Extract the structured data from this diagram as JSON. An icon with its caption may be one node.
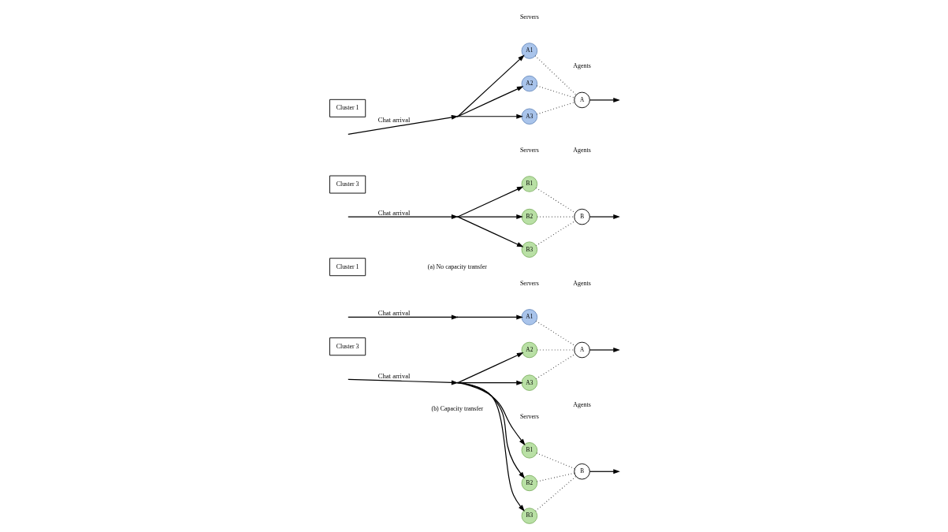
{
  "diagram": {
    "nodes": [
      {
        "text": [
          "Cluster 1"
        ]
      },
      {
        "text": [
          "A1"
        ]
      },
      {
        "text": [
          "A2"
        ]
      },
      {
        "text": [
          "A3"
        ]
      },
      {
        "text": [
          "A"
        ]
      },
      {
        "text": [],
        "shape": "point"
      },
      {
        "text": [
          "Cluster 3"
        ]
      },
      {
        "text": [
          "B1"
        ]
      },
      {
        "text": [
          "B2"
        ]
      },
      {
        "text": [
          "B3"
        ]
      },
      {
        "text": [
          "B"
        ]
      },
      {
        "text": [],
        "shape": "point"
      },
      {
        "text": [
          "Cluster 1"
        ]
      },
      {
        "text": [],
        "shape": "point"
      },
      {
        "text": [
          "A1"
        ]
      },
      {
        "text": [
          "A2"
        ]
      },
      {
        "text": [
          "A3"
        ]
      },
      {
        "text": [
          "A"
        ]
      },
      {
        "text": [
          "Cluster 3"
        ]
      },
      {
        "text": [],
        "shape": "point"
      },
      {
        "text": [
          "B1"
        ]
      },
      {
        "text": [
          "B2"
        ]
      },
      {
        "text": [
          "B3"
        ]
      },
      {
        "text": [
          "B"
        ]
      }
    ],
    "edges": [
      {
        "from": null,
        "to": 5,
        "arrow": "to",
        "label": "Chat arrival"
      },
      {
        "from": 5,
        "to": 1,
        "arrow": "to"
      },
      {
        "from": 5,
        "to": 2,
        "arrow": "to"
      },
      {
        "from": 5,
        "to": 3,
        "arrow": "to"
      },
      {
        "from": 1,
        "to": 4,
        "arrow": "none",
        "style": "dashed"
      },
      {
        "from": 2,
        "to": 4,
        "arrow": "none",
        "style": "dashed"
      },
      {
        "from": 3,
        "to": 4,
        "arrow": "none",
        "style": "dashed"
      },
      {
        "from": 4,
        "to": null,
        "arrow": "to"
      },
      {
        "from": null,
        "to": 11,
        "arrow": "to",
        "label": "Chat arrival"
      },
      {
        "from": 11,
        "to": 7,
        "arrow": "to"
      },
      {
        "from": 11,
        "to": 8,
        "arrow": "to"
      },
      {
        "from": 11,
        "to": 9,
        "arrow": "to"
      },
      {
        "from": 7,
        "to": 10,
        "arrow": "none",
        "style": "dashed"
      },
      {
        "from": 8,
        "to": 10,
        "arrow": "none",
        "style": "dashed"
      },
      {
        "from": 9,
        "to": 10,
        "arrow": "none",
        "style": "dashed"
      },
      {
        "from": 10,
        "to": null,
        "arrow": "to"
      },
      {
        "from": null,
        "to": 13,
        "arrow": "to",
        "label": "Chat arrival"
      },
      {
        "from": 13,
        "to": 14,
        "arrow": "to"
      },
      {
        "from": 14,
        "to": 17,
        "arrow": "none",
        "style": "dashed"
      },
      {
        "from": 15,
        "to": 17,
        "arrow": "none",
        "style": "dashed"
      },
      {
        "from": 16,
        "to": 17,
        "arrow": "none",
        "style": "dashed"
      },
      {
        "from": 17,
        "to": null,
        "arrow": "to"
      },
      {
        "from": null,
        "to": 19,
        "arrow": "to",
        "label": "Chat arrival"
      },
      {
        "from": 19,
        "to": 15,
        "arrow": "to"
      },
      {
        "from": 19,
        "to": 16,
        "arrow": "to"
      },
      {
        "from": 19,
        "to": 20,
        "arrow": "to"
      },
      {
        "from": 19,
        "to": 21,
        "arrow": "to"
      },
      {
        "from": 19,
        "to": 22,
        "arrow": "to"
      },
      {
        "from": 20,
        "to": 23,
        "arrow": "none",
        "style": "dashed"
      },
      {
        "from": 21,
        "to": 23,
        "arrow": "none",
        "style": "dashed"
      },
      {
        "from": 22,
        "to": 23,
        "arrow": "none",
        "style": "dashed"
      },
      {
        "from": 23,
        "to": null,
        "arrow": "to"
      }
    ],
    "labels": [
      "Servers",
      "Agents",
      "Servers",
      "Agents",
      "Servers",
      "Agents",
      "Servers",
      "Agents",
      "(a) No capacity transfer",
      "(b) Capacity transfer"
    ]
  }
}
